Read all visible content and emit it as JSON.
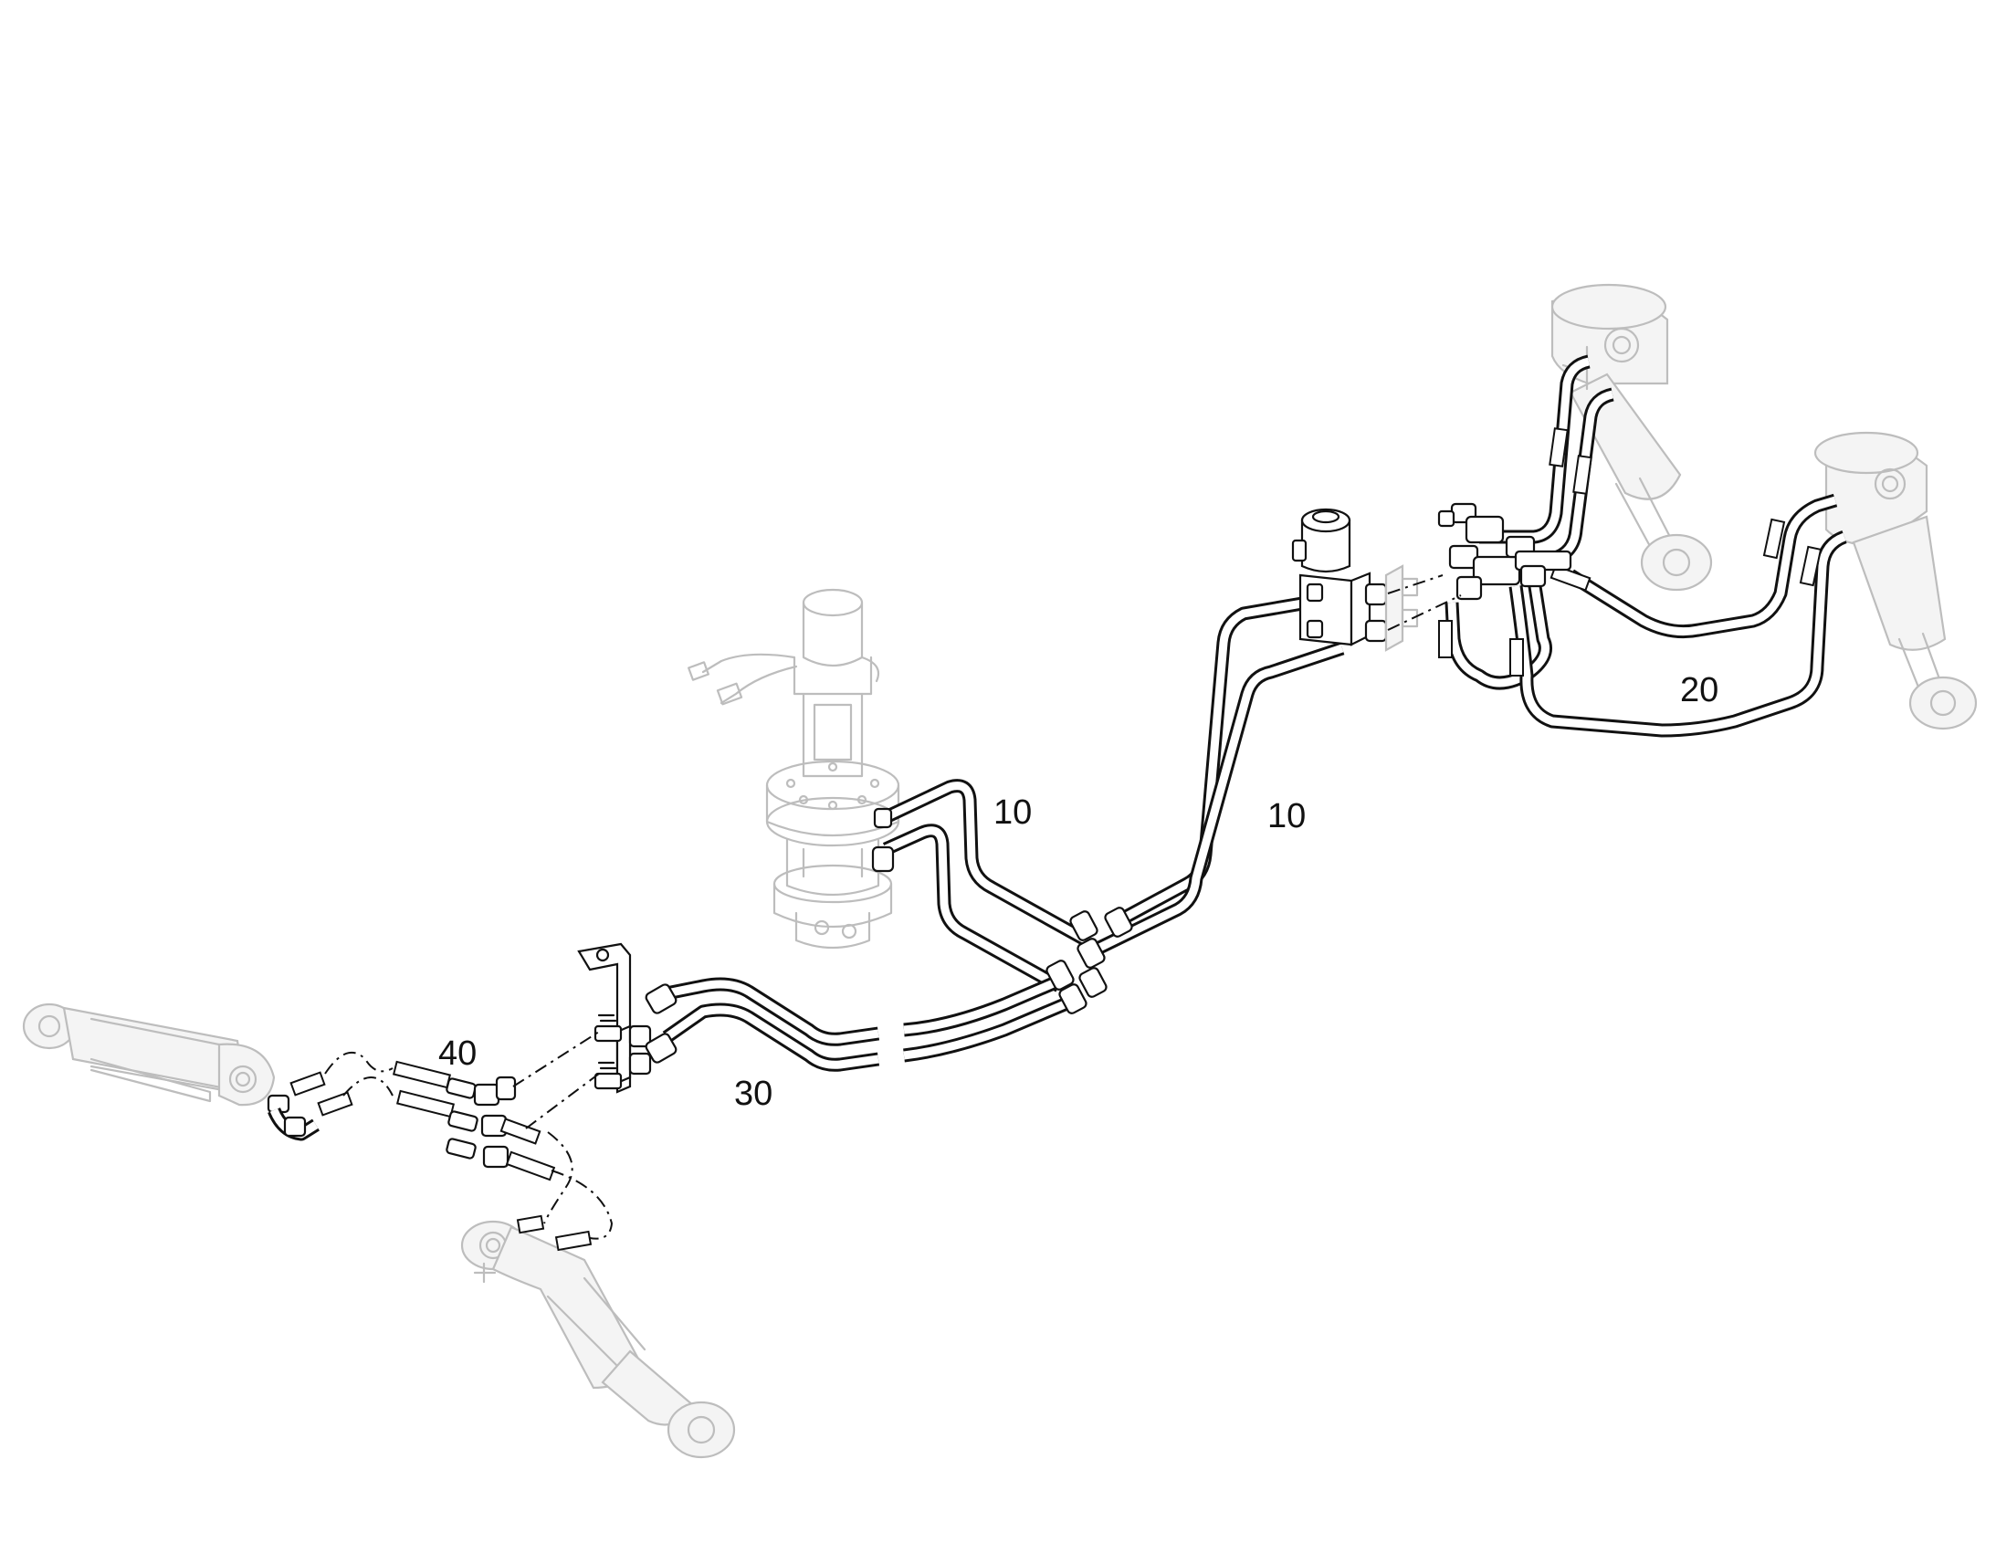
{
  "callouts": {
    "c10a": "10",
    "c10b": "10",
    "c20": "20",
    "c30": "30",
    "c40": "40"
  },
  "colors": {
    "line": "#111111",
    "ghost_component": "#bdbdbd",
    "background": "#ffffff"
  }
}
